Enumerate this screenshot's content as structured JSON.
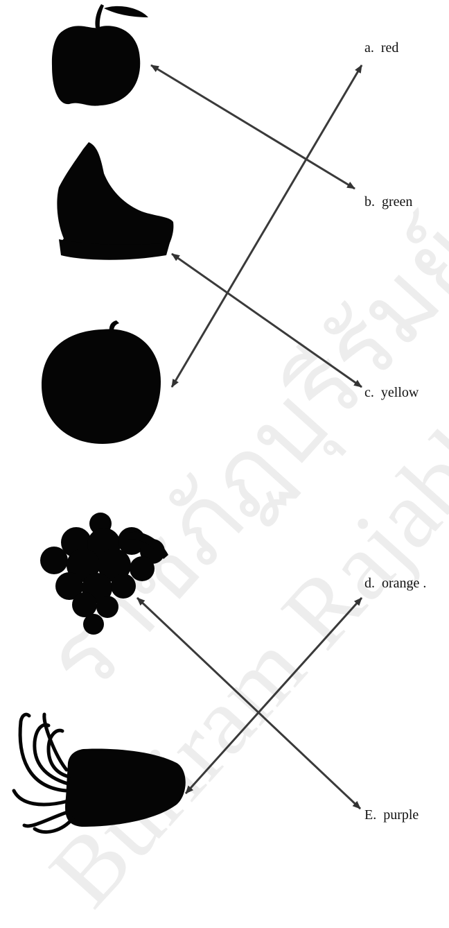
{
  "watermark": {
    "line1": "ราชภัฏบุรีรัมย์",
    "line2": "Buriram Rajabhat Un"
  },
  "fruits": [
    {
      "name": "apple",
      "icon": "apple-icon"
    },
    {
      "name": "bananas",
      "icon": "banana-icon"
    },
    {
      "name": "orange",
      "icon": "orange-icon"
    },
    {
      "name": "grapes",
      "icon": "grapes-icon"
    },
    {
      "name": "carrot",
      "icon": "carrot-icon"
    }
  ],
  "colors": [
    {
      "letter": "a.",
      "word": "red"
    },
    {
      "letter": "b.",
      "word": "green"
    },
    {
      "letter": "c.",
      "word": "yellow"
    },
    {
      "letter": "d.",
      "word": "orange ."
    },
    {
      "letter": "E.",
      "word": "purple"
    }
  ],
  "matches": [
    {
      "fruit": "apple",
      "color": "green"
    },
    {
      "fruit": "bananas",
      "color": "yellow"
    },
    {
      "fruit": "orange",
      "color": "red"
    },
    {
      "fruit": "grapes",
      "color": "purple"
    },
    {
      "fruit": "carrot",
      "color": "orange"
    }
  ]
}
